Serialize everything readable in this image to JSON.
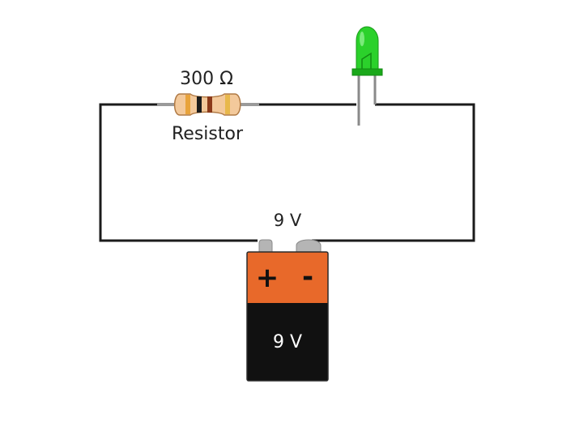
{
  "resistor": {
    "value_label": "300 Ω",
    "name_label": "Resistor",
    "body_color": "#f3c99b",
    "bands": [
      "#e8a33b",
      "#1b1b1b",
      "#8b3a1a",
      "#e8b84b"
    ]
  },
  "led": {
    "color": "#2bd12b",
    "base_color": "#1aa81a"
  },
  "battery": {
    "top_label": "9 V",
    "body_label": "9 V",
    "plus_symbol": "+",
    "minus_symbol": "-",
    "cap_color": "#e8692a",
    "body_color": "#111111"
  },
  "wire_color": "#1b1b1b"
}
